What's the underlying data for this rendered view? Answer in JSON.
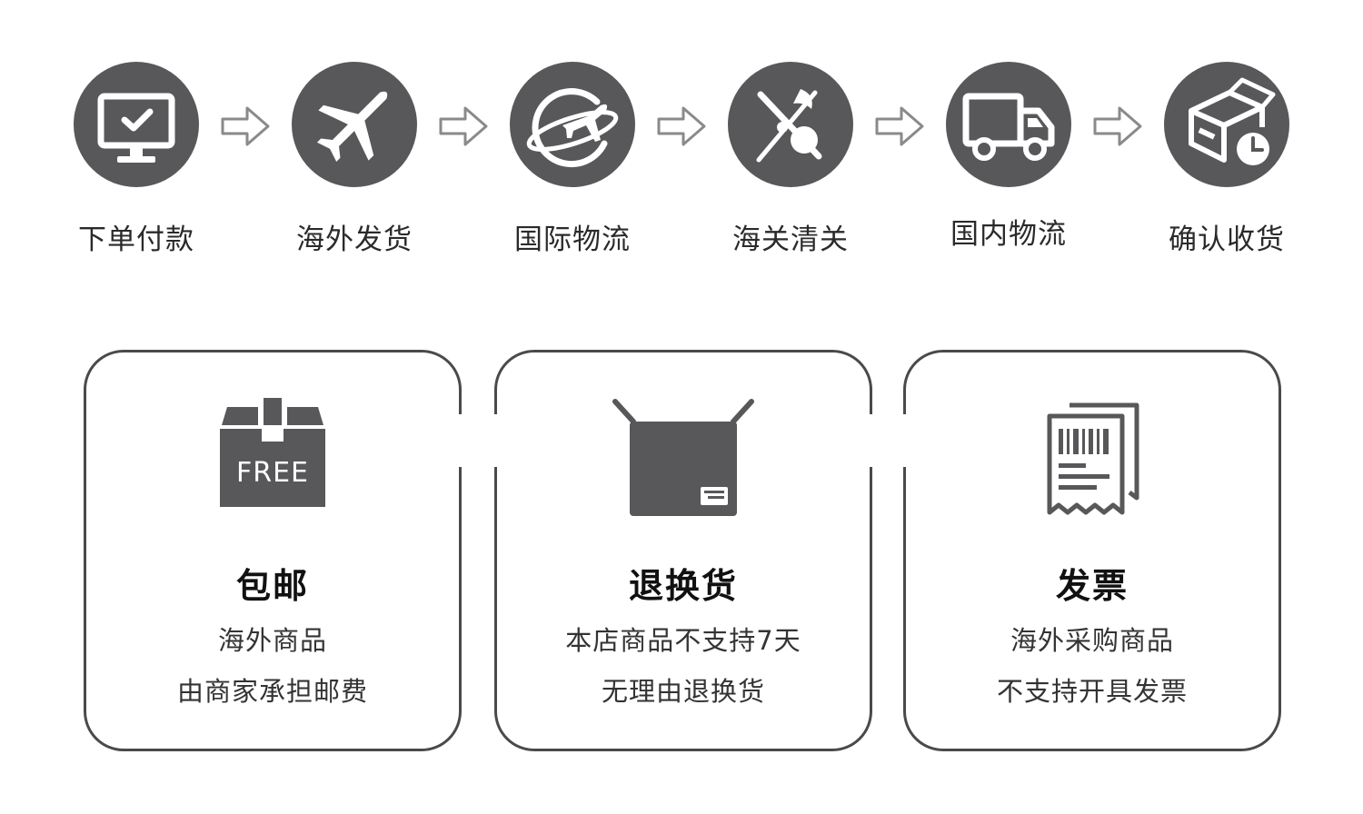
{
  "steps": [
    {
      "label": "下单付款",
      "icon": "monitor-check-icon"
    },
    {
      "label": "海外发货",
      "icon": "airplane-icon"
    },
    {
      "label": "国际物流",
      "icon": "globe-plane-icon"
    },
    {
      "label": "海关清关",
      "icon": "customs-icon"
    },
    {
      "label": "国内物流",
      "icon": "truck-icon"
    },
    {
      "label": "确认收货",
      "icon": "package-clock-icon"
    }
  ],
  "arrow_icon": "outline-right-arrow-icon",
  "cards": [
    {
      "title": "包邮",
      "line1": "海外商品",
      "line2": "由商家承担邮费",
      "icon": "free-box-icon",
      "icon_text": "FREE"
    },
    {
      "title": "退换货",
      "line1": "本店商品不支持7天",
      "line2": "无理由退换货",
      "icon": "open-box-icon"
    },
    {
      "title": "发票",
      "line1": "海外采购商品",
      "line2": "不支持开具发票",
      "icon": "receipt-icon"
    }
  ],
  "colors": {
    "icon_gray": "#58585b",
    "border": "#4a4a4a",
    "arrow_outline": "#8a8a8a"
  }
}
